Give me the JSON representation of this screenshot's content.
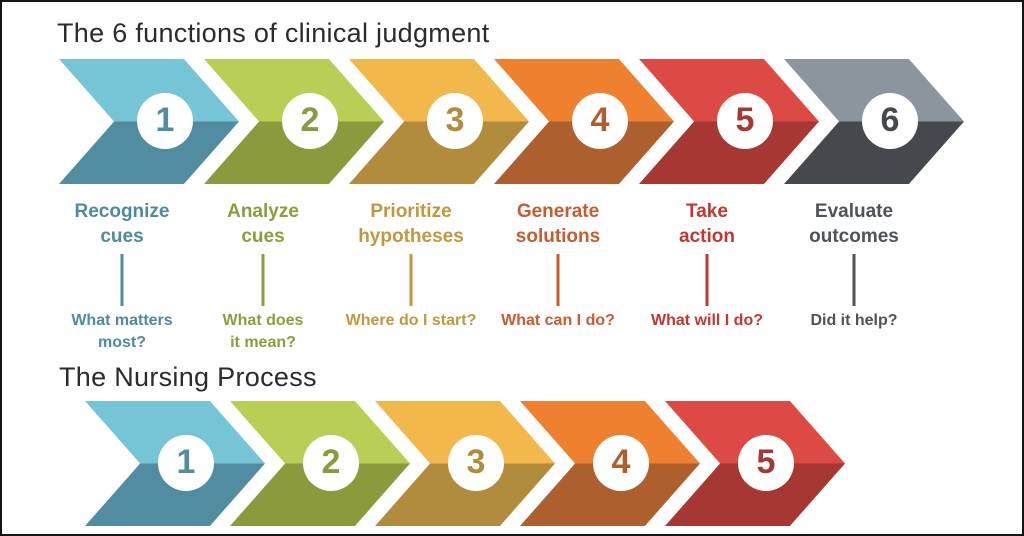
{
  "clinical_judgment": {
    "title": "The 6 functions of clinical judgment",
    "steps": [
      {
        "number": "1",
        "label": "Recognize\ncues",
        "question": "What matters\nmost?",
        "color_light": "#76C5D6",
        "color_dark": "#528CA0",
        "color_text": "#4E8AA0"
      },
      {
        "number": "2",
        "label": "Analyze\ncues",
        "question": "What does\nit mean?",
        "color_light": "#B9CE55",
        "color_dark": "#8B9A3D",
        "color_text": "#8E9C3B"
      },
      {
        "number": "3",
        "label": "Prioritize\nhypotheses",
        "question": "Where do I start?",
        "color_light": "#F3B84B",
        "color_dark": "#B18C3C",
        "color_text": "#C2973D"
      },
      {
        "number": "4",
        "label": "Generate\nsolutions",
        "question": "What can I do?",
        "color_light": "#EF8030",
        "color_dark": "#AD5F2E",
        "color_text": "#C75C2E"
      },
      {
        "number": "5",
        "label": "Take\naction",
        "question": "What will I do?",
        "color_light": "#DD4A44",
        "color_dark": "#A63733",
        "color_text": "#C2372F"
      },
      {
        "number": "6",
        "label": "Evaluate\noutcomes",
        "question": "Did it help?",
        "color_light": "#8C959D",
        "color_dark": "#45494E",
        "color_text": "#4E535A"
      }
    ]
  },
  "nursing_process": {
    "title": "The Nursing Process",
    "steps": [
      {
        "number": "1",
        "color_light": "#76C5D6",
        "color_dark": "#528CA0"
      },
      {
        "number": "2",
        "color_light": "#B9CE55",
        "color_dark": "#8B9A3D"
      },
      {
        "number": "3",
        "color_light": "#F3B84B",
        "color_dark": "#B18C3C"
      },
      {
        "number": "4",
        "color_light": "#EF8030",
        "color_dark": "#AD5F2E"
      },
      {
        "number": "5",
        "color_light": "#DD4A44",
        "color_dark": "#A63733"
      }
    ]
  }
}
